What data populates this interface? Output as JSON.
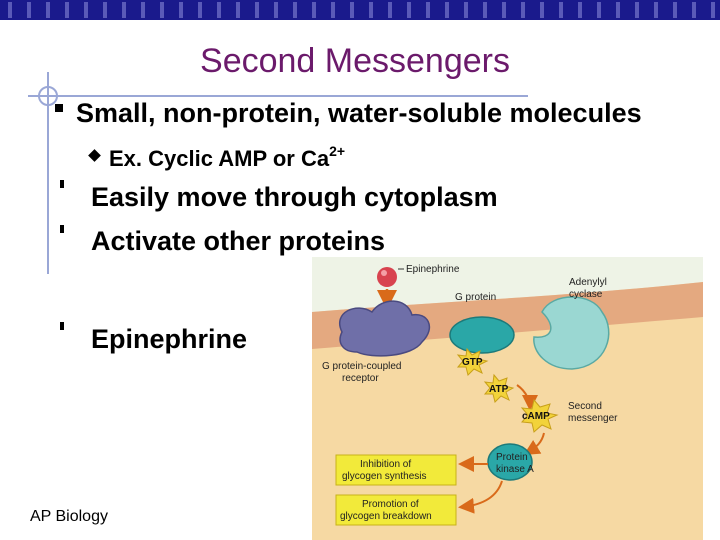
{
  "slide": {
    "title": "Second Messengers",
    "bullets": [
      "Small, non-protein, water-soluble molecules",
      "Ex. Cyclic AMP or Ca",
      "2+",
      "Easily move through cytoplasm",
      "Activate other proteins",
      "Epinephrine"
    ],
    "footer": "AP Biology"
  },
  "figure": {
    "labels": {
      "epinephrine": "Epinephrine",
      "g_protein": "G protein",
      "adenylyl_1": "Adenylyl",
      "adenylyl_2": "cyclase",
      "receptor_1": "G protein-coupled",
      "receptor_2": "receptor",
      "gtp": "GTP",
      "atp": "ATP",
      "camp": "cAMP",
      "second_1": "Second",
      "second_2": "messenger",
      "kinase_1": "Protein",
      "kinase_2": "kinase A",
      "inhibition_1": "Inhibition of",
      "inhibition_2": "glycogen synthesis",
      "promotion_1": "Promotion of",
      "promotion_2": "glycogen breakdown"
    },
    "colors": {
      "cytoplasm": "#f6d9a3",
      "membrane": "#e0a07a",
      "receptor": "#6f6fa8",
      "g_protein": "#2aa7a7",
      "adenylyl": "#9ad7d2",
      "kinase": "#2aa7a7",
      "box": "#f2ea3a",
      "star": "#f2d33a",
      "arrow": "#d96a1a"
    }
  }
}
